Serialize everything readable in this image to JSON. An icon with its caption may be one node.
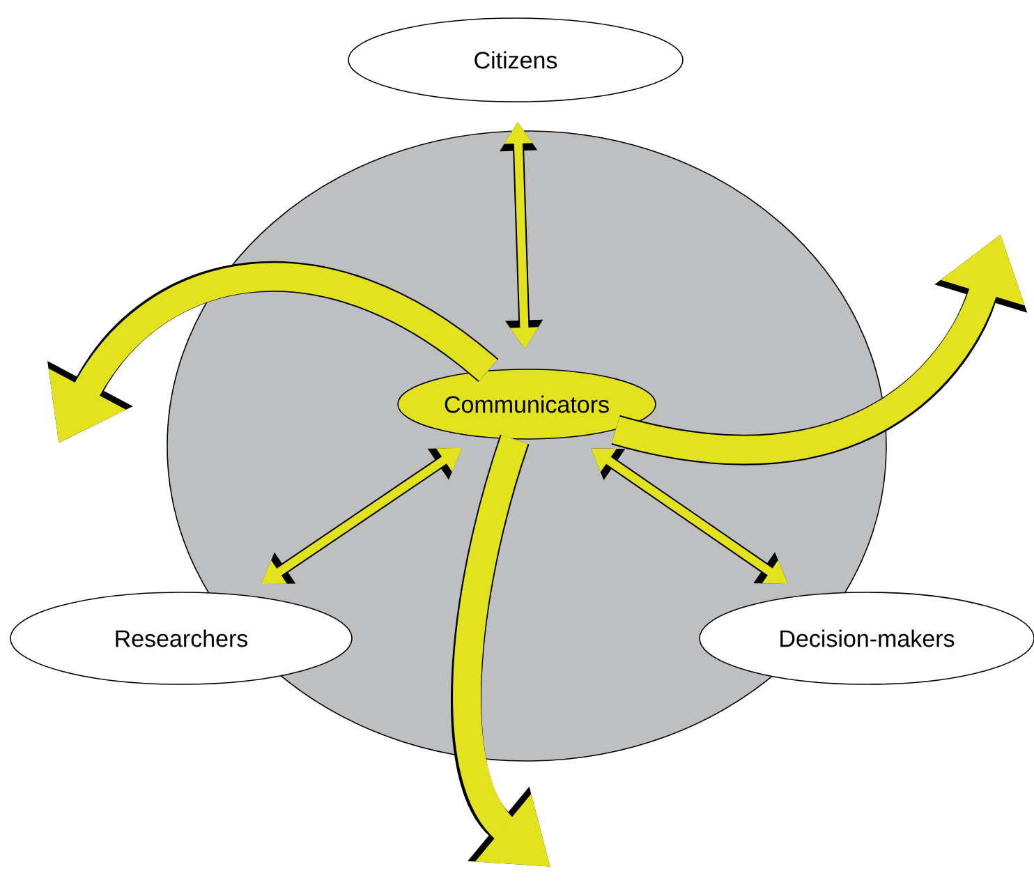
{
  "diagram": {
    "nodes": [
      {
        "text": [],
        "shape": "circle"
      },
      {
        "text": [
          "Citizens"
        ]
      },
      {
        "text": [
          "Communicators"
        ],
        "in": 0
      },
      {
        "text": [
          "Researchers"
        ]
      },
      {
        "text": [
          "Decision-makers"
        ]
      }
    ],
    "edges": [
      {
        "from": 1,
        "to": 2,
        "arrow": "both"
      },
      {
        "from": 2,
        "to": 3,
        "arrow": "both"
      },
      {
        "from": 2,
        "to": 4,
        "arrow": "both"
      },
      {
        "from": 2,
        "to": null,
        "arrow": "to",
        "style": "thick"
      },
      {
        "from": 2,
        "to": null,
        "arrow": "to",
        "style": "thick"
      },
      {
        "from": 2,
        "to": null,
        "arrow": "to",
        "style": "thick"
      }
    ]
  }
}
